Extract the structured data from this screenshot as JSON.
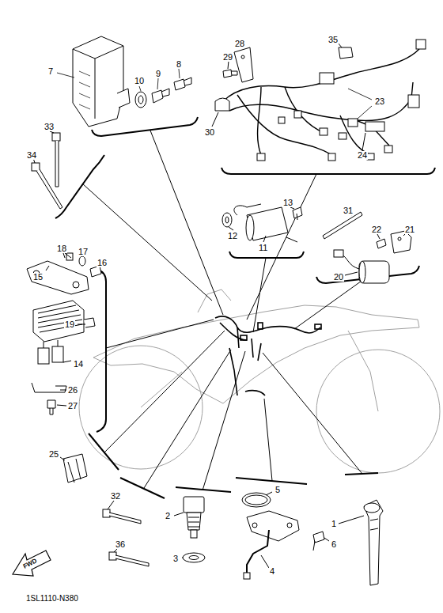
{
  "diagram": {
    "labels": [
      "7",
      "10",
      "9",
      "8",
      "28",
      "29",
      "35",
      "23",
      "30",
      "24",
      "33",
      "34",
      "13",
      "12",
      "11",
      "31",
      "22",
      "21",
      "20",
      "18",
      "17",
      "16",
      "15",
      "19",
      "14",
      "26",
      "27",
      "25",
      "32",
      "36",
      "2",
      "3",
      "5",
      "6",
      "4",
      "1",
      "FWD",
      "1SL1110-N380"
    ]
  }
}
